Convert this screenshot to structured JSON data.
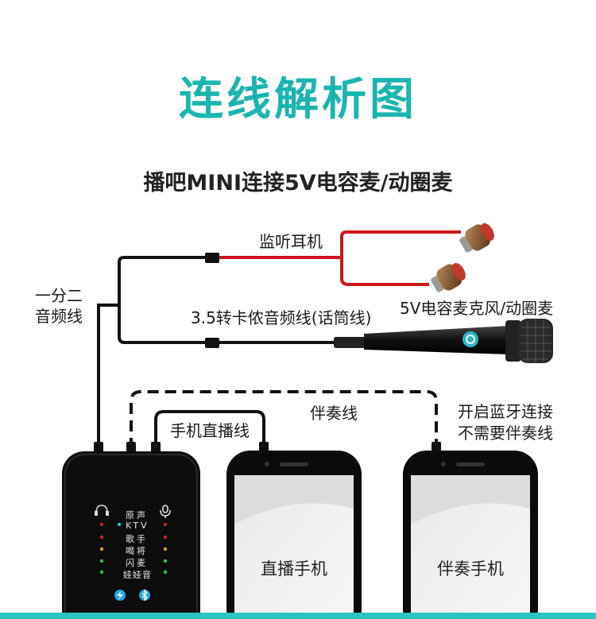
{
  "title": "连线解析图",
  "subtitle": "播吧MINI连接5V电容麦/动圈麦",
  "labels": {
    "earphones": "监听耳机",
    "splitter_line1": "一分二",
    "splitter_line2": "音频线",
    "cable_35": "3.5转卡侬音频线(话筒线)",
    "mic": "5V电容麦克风/动圈麦",
    "accompaniment_cable": "伴奏线",
    "bluetooth_line1": "开启蓝牙连接",
    "bluetooth_line2": "不需要伴奏线",
    "live_cable": "手机直播线"
  },
  "phones": {
    "live": "直播手机",
    "accompaniment": "伴奏手机"
  },
  "device": {
    "modes": [
      "原声",
      "KTV",
      "歌手",
      "喝将",
      "闪麦",
      "娃娃音"
    ]
  },
  "colors": {
    "title": "#1ab5b0",
    "red_cable": "#d0151b",
    "black_cable": "#111111",
    "accent_bar": "#2cc4c0"
  },
  "icons": [
    "headphone-icon",
    "mic-icon",
    "lightning-icon",
    "bluetooth-icon"
  ]
}
